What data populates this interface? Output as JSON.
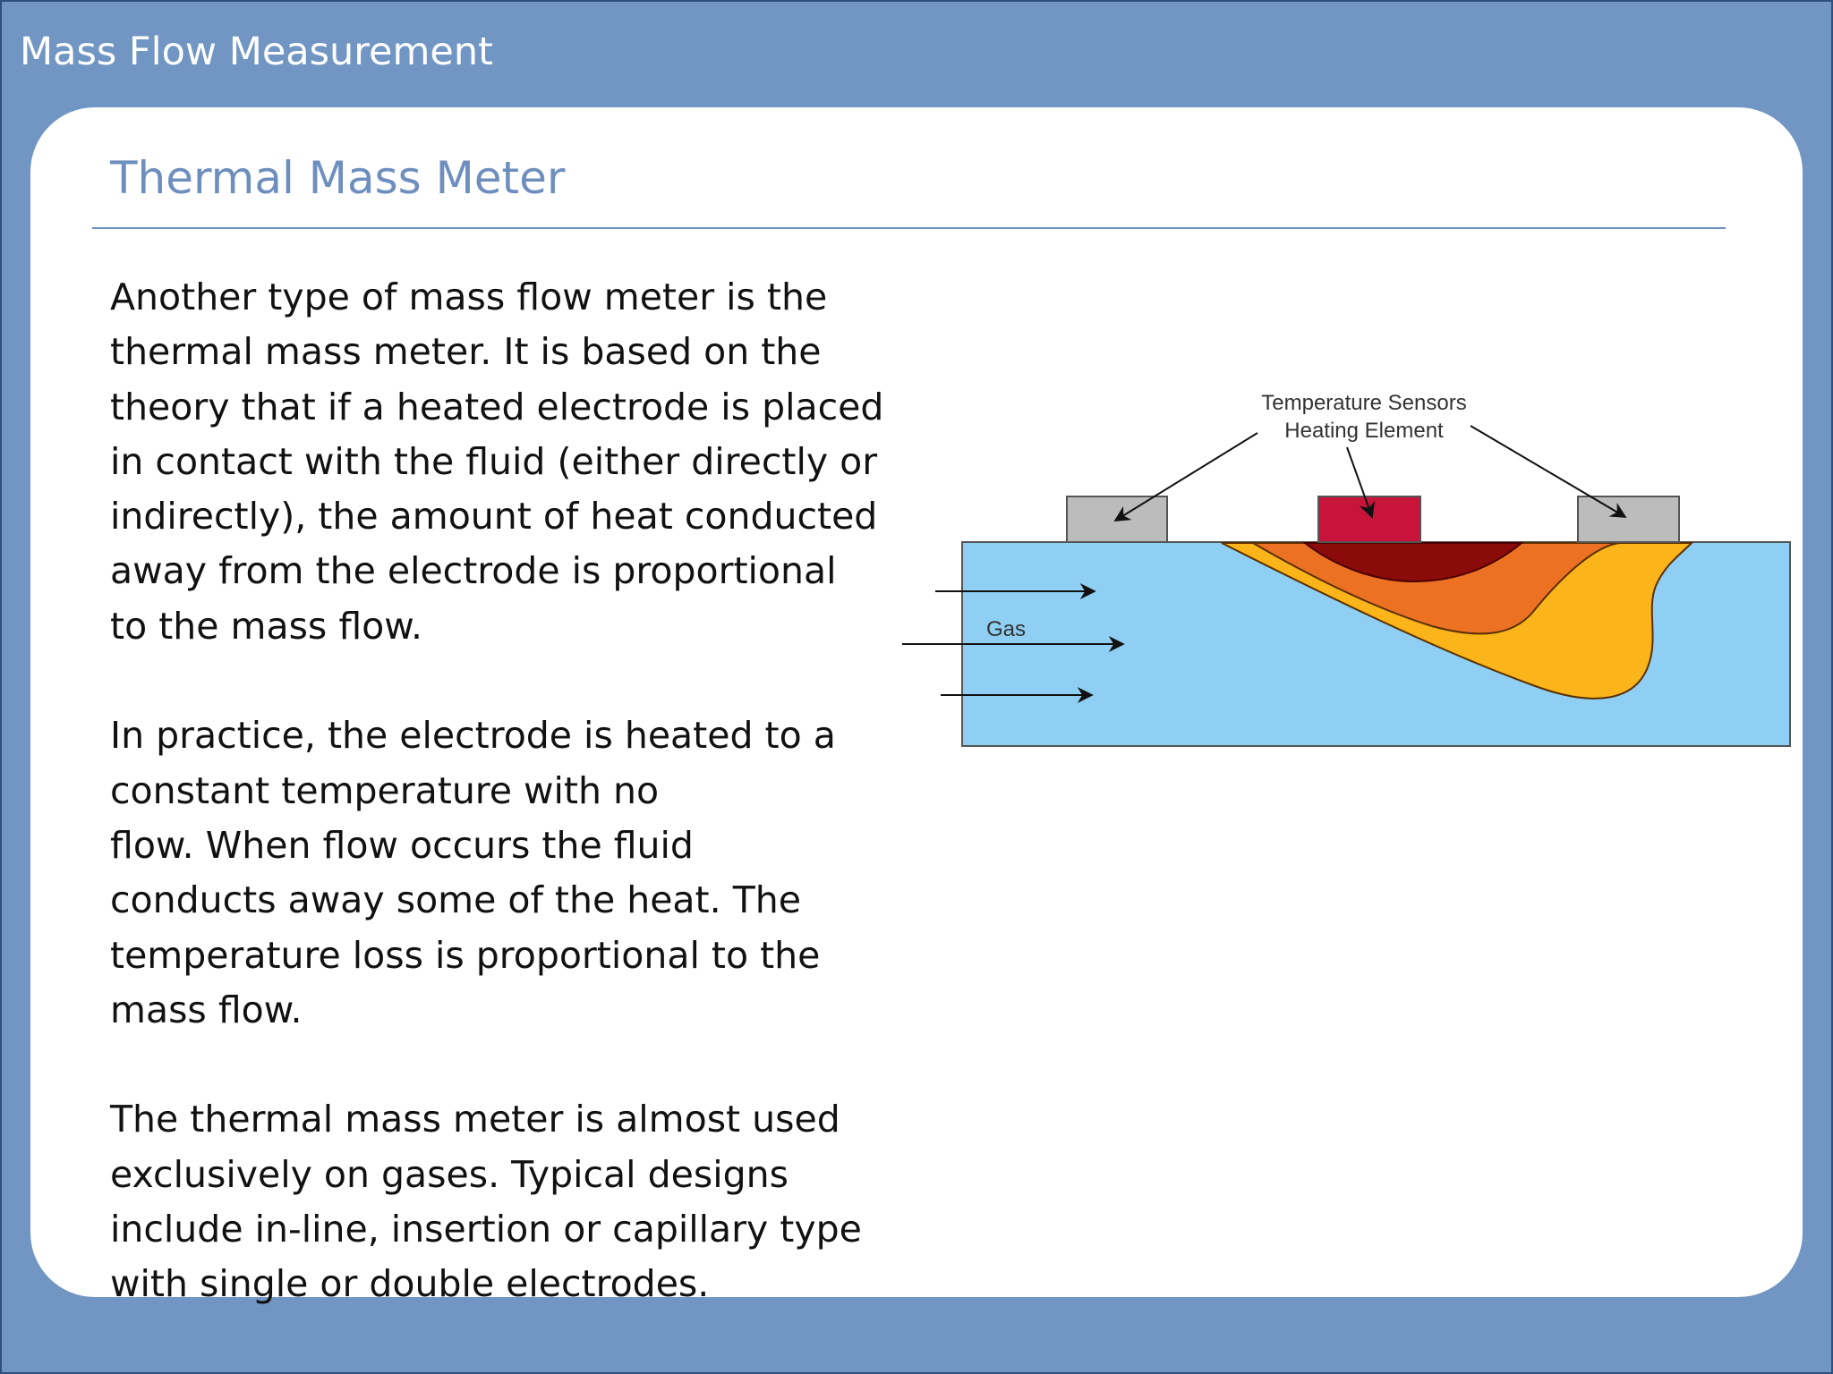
{
  "header": {
    "title": "Mass Flow Measurement"
  },
  "slide": {
    "title": "Thermal Mass Meter",
    "paragraphs": [
      {
        "lines": [
          "Another type of mass flow meter is the",
          "thermal mass meter.  It is based on the",
          "theory that if a heated electrode is placed",
          "in contact with the fluid (either directly or",
          "indirectly), the amount of heat conducted",
          "away from the electrode is proportional",
          "to the mass flow."
        ]
      },
      {
        "lines": [
          "In practice, the electrode is heated to a",
          "constant temperature with no",
          "flow.  When flow occurs the fluid",
          "conducts away some of the heat.  The",
          "temperature loss is proportional to the",
          "mass flow."
        ]
      },
      {
        "lines": [
          "The thermal mass meter is almost used",
          "exclusively on gases.  Typical designs",
          "include in-line, insertion or capillary type",
          "with single or double electrodes."
        ]
      }
    ]
  },
  "diagram": {
    "label_sensors": "Temperature Sensors",
    "label_heater": "Heating Element",
    "label_gas": "Gas",
    "colors": {
      "gas": "#8ecff3",
      "sensor": "#bcbcbc",
      "heater": "#c8143b",
      "hot_core": "#8b0a0a",
      "warm_zone": "#ec7123",
      "cool_zone": "#fbb41a"
    }
  }
}
